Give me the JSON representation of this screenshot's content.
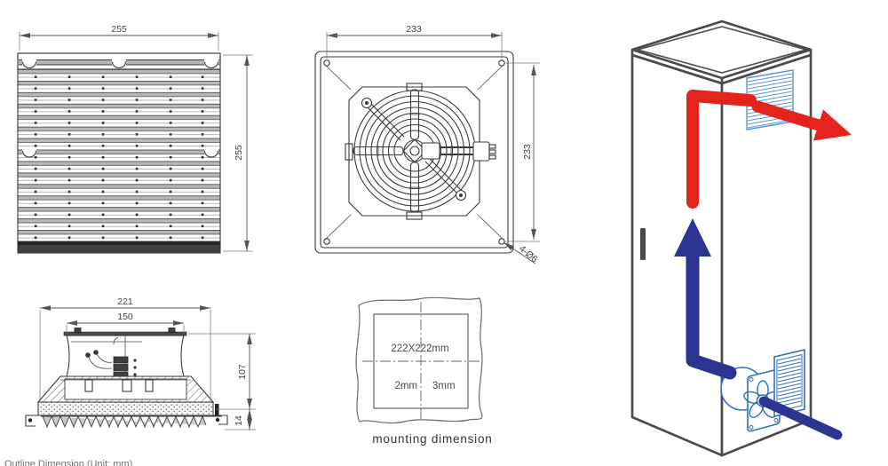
{
  "drawing": {
    "grille_front": {
      "width": "255",
      "height": "255"
    },
    "fan_rear": {
      "width": "233",
      "height": "233",
      "holes": "4-Ø6"
    },
    "side_section": {
      "outer_width": "221",
      "fan_width": "150",
      "height": "107",
      "louver_depth": "14"
    },
    "mounting": {
      "cutout": "222X222mm",
      "panel_min": "2mm",
      "panel_max": "3mm",
      "caption": "mounting dimension"
    },
    "footnote": "Outline Dimension (Unit: mm)"
  },
  "colors": {
    "hot_air": "#e3231c",
    "cold_air": "#2b3490",
    "component_blue": "#2f6fc4",
    "vent_blue": "#5b93d8",
    "cabinet_outline": "#4a4a4a"
  }
}
